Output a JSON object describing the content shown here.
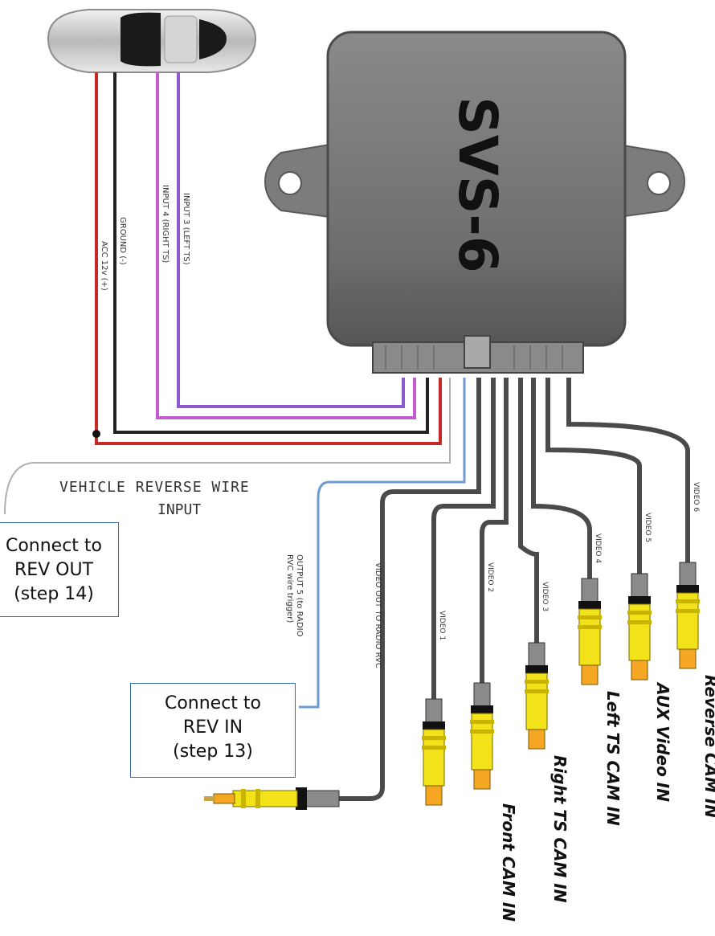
{
  "module": {
    "label": "SVS-6",
    "color": "#7a7a7a"
  },
  "car_wires": [
    {
      "label": "ACC 12v (+)",
      "color": "#c22a2a"
    },
    {
      "label": "GROUND (-)",
      "color": "#222222"
    },
    {
      "label": "INPUT 4 (RIGHT TS)",
      "color": "#c45ad0"
    },
    {
      "label": "INPUT 3 (LEFT TS)",
      "color": "#8c5bd0"
    }
  ],
  "reverse_wire": {
    "label_line1": "VEHICLE REVERSE WIRE",
    "label_line2": "INPUT",
    "color": "#b0b0b0"
  },
  "output_wire": {
    "label_line1": "OUTPUT 5 (to RADIO",
    "label_line2": "RVC wire trigger)",
    "color": "#6f9bd0"
  },
  "video_out": {
    "label": "VIDEO OUT TO RADIO RVC"
  },
  "video_cables": [
    {
      "wire_label": "VIDEO 1",
      "cam_label": ""
    },
    {
      "wire_label": "VIDEO 2",
      "cam_label": "Front CAM IN"
    },
    {
      "wire_label": "VIDEO 3",
      "cam_label": "Right TS CAM IN"
    },
    {
      "wire_label": "VIDEO 4",
      "cam_label": "Left TS CAM IN"
    },
    {
      "wire_label": "VIDEO 5",
      "cam_label": "AUX Video IN"
    },
    {
      "wire_label": "VIDEO 6",
      "cam_label": "Reverse CAM IN"
    }
  ],
  "callouts": {
    "rev_out": {
      "line1": "Connect to",
      "line2": "REV OUT",
      "line3": "(step 14)"
    },
    "rev_in": {
      "line1": "Connect to",
      "line2": "REV IN",
      "line3": "(step 13)"
    }
  },
  "colors": {
    "connector_yellow": "#f2e21a",
    "connector_orange": "#f5a623",
    "cable_gray": "#4a4a4a",
    "callout_border": "#3a6aa8"
  }
}
